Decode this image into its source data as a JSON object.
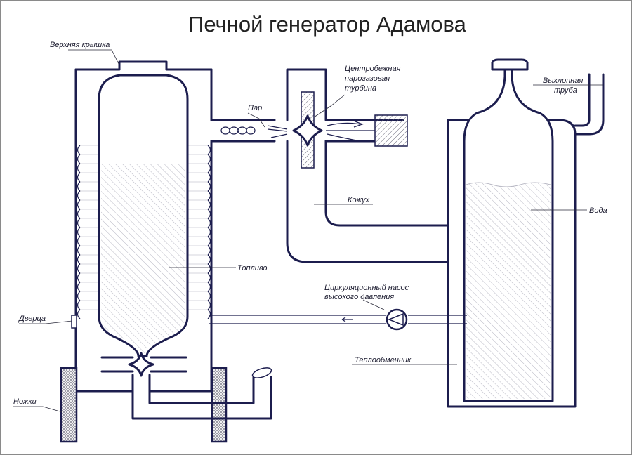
{
  "title": "Печной генератор Адамова",
  "labels": {
    "top_lid": "Верхняя крышка",
    "door": "Дверца",
    "legs": "Ножки",
    "fuel": "Топливо",
    "steam": "Пар",
    "turbine_line1": "Центробежная",
    "turbine_line2": "парогазовая",
    "turbine_line3": "турбина",
    "casing": "Кожух",
    "exhaust_line1": "Выхлопная",
    "exhaust_line2": "труба",
    "water": "Вода",
    "pump_line1": "Циркуляционный насос",
    "pump_line2": "высокого давления",
    "heat_exchanger": "Теплообменник"
  },
  "colors": {
    "outline": "#1c1d4e",
    "hatch": "#b8b8c4",
    "text": "#222222"
  }
}
